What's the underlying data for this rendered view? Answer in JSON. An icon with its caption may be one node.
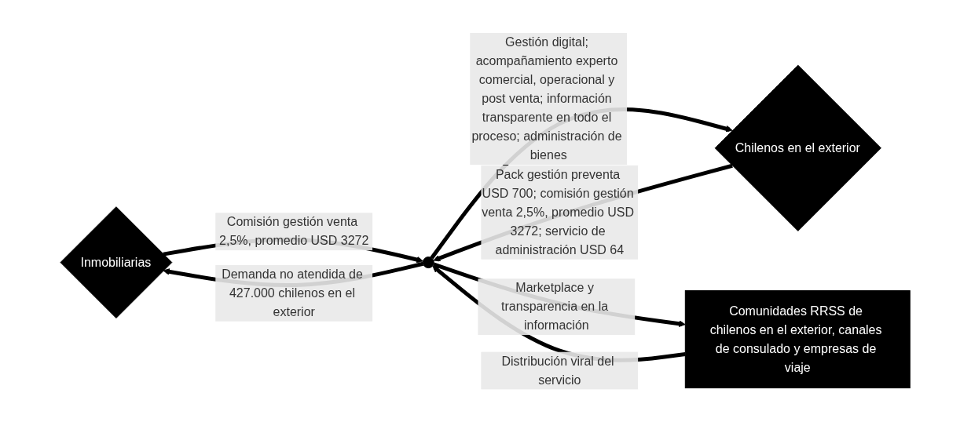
{
  "diagram": {
    "nodes": [
      {
        "text": [
          "Inmobiliarias"
        ]
      },
      {
        "text": [],
        "shape": "circle"
      },
      {
        "text": [
          "Chilenos en el exterior"
        ]
      },
      {
        "text": [
          "Comunidades RRSS de chilenos en el exterior, canales de consulado y empresas de viaje"
        ]
      }
    ],
    "edges": [
      {
        "from": 1,
        "to": 0,
        "arrow": "to",
        "label": "Demanda no atendida de 427.000 chilenos en el exterior"
      },
      {
        "from": 0,
        "to": 1,
        "arrow": "to",
        "label": "Comisión gestión venta 2,5%, promedio USD 3272"
      },
      {
        "from": 1,
        "to": 2,
        "arrow": "to",
        "label": "Gestión digital; acompañamiento experto comercial, operacional y post venta; información transparente en todo el proceso; administración de bienes"
      },
      {
        "from": 2,
        "to": 1,
        "arrow": "to",
        "label": "Pack gestión preventa USD 700; comisión gestión venta 2,5%, promedio USD 3272; servicio de administración USD 64"
      },
      {
        "from": 3,
        "to": 1,
        "arrow": "to",
        "label": "Distribución viral del servicio"
      },
      {
        "from": 1,
        "to": 3,
        "arrow": "to",
        "label": "Marketplace y transparencia en la información"
      }
    ]
  }
}
